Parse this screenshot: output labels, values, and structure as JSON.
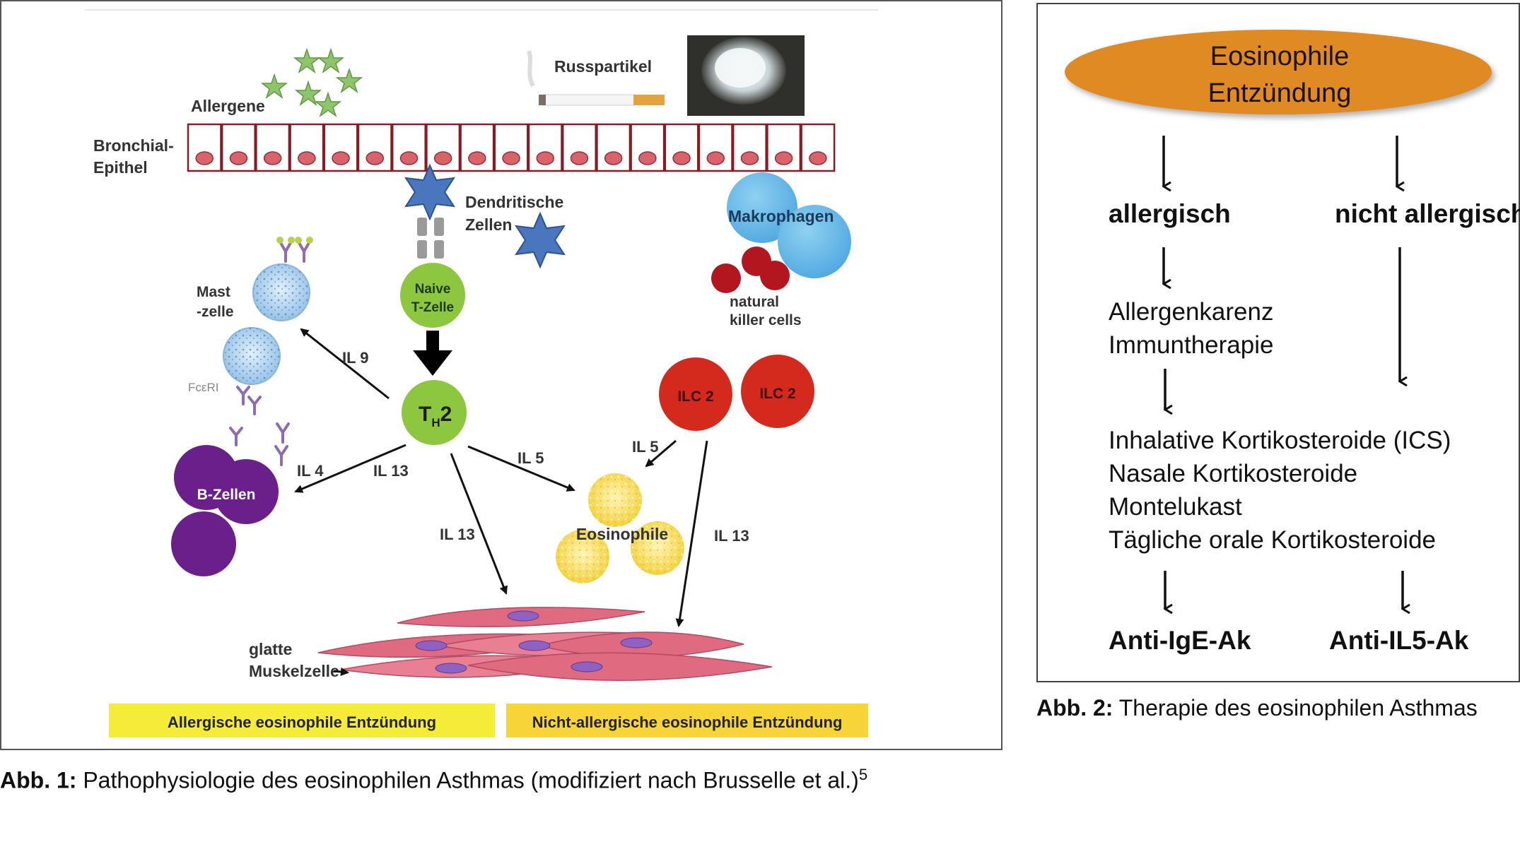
{
  "figure1": {
    "labels": {
      "allergene": "Allergene",
      "russpartikel": "Russpartikel",
      "bronchial_epithel_1": "Bronchial-",
      "bronchial_epithel_2": "Epithel",
      "dendritische_1": "Dendritische",
      "dendritische_2": "Zellen",
      "makrophagen": "Makrophagen",
      "nk_1": "natural",
      "nk_2": "killer cells",
      "mast_1": "Mast",
      "mast_2": "-zelle",
      "fceri": "FcεRI",
      "naive_1": "Naive",
      "naive_2": "T-Zelle",
      "th2_main": "T",
      "th2_sub": "H",
      "th2_end": "2",
      "ilc2_a": "ILC 2",
      "ilc2_b": "ILC 2",
      "il9": "IL 9",
      "il4": "IL 4",
      "il13_left": "IL 13",
      "il5_mid": "IL 5",
      "il5_right": "IL 5",
      "il13_mid": "IL 13",
      "il13_right": "IL 13",
      "b_zellen": "B-Zellen",
      "eosinophile": "Eosinophile",
      "glatte_1": "glatte",
      "glatte_2": "Muskelzelle"
    },
    "bars": {
      "allergic": "Allergische eosinophile Entzündung",
      "non_allergic": "Nicht-allergische eosinophile Entzündung"
    },
    "colors": {
      "epithel_border": "#8b1a22",
      "nucleus": "#d9636b",
      "green_cell": "#8dc63f",
      "red_cell": "#d42a1e",
      "purple_cell": "#6a1f8a",
      "yellow_bar": "#f5ec3a",
      "orange_bar": "#f7d438"
    },
    "caption_bold": "Abb. 1:",
    "caption_text": " Pathophysiologie des eosinophilen Asthmas (modifiziert nach Brusselle et al.)",
    "caption_sup": "5"
  },
  "figure2": {
    "ellipse_line1": "Eosinophile",
    "ellipse_line2": "Entzündung",
    "allergisch": "allergisch",
    "nicht_allergisch": "nicht allergisch",
    "allergen_lines": [
      "Allergenkarenz",
      "Immuntherapie"
    ],
    "therapy_lines": [
      "Inhalative Kortikosteroide (ICS)",
      "Nasale Kortikosteroide",
      "Montelukast",
      "Tägliche orale Kortikosteroide"
    ],
    "anti_ige": "Anti-IgE-Ak",
    "anti_il5": "Anti-IL5-Ak",
    "ellipse_color": "#df8a22",
    "caption_bold": "Abb. 2:",
    "caption_text": " Therapie des eosinophilen Asthmas"
  }
}
